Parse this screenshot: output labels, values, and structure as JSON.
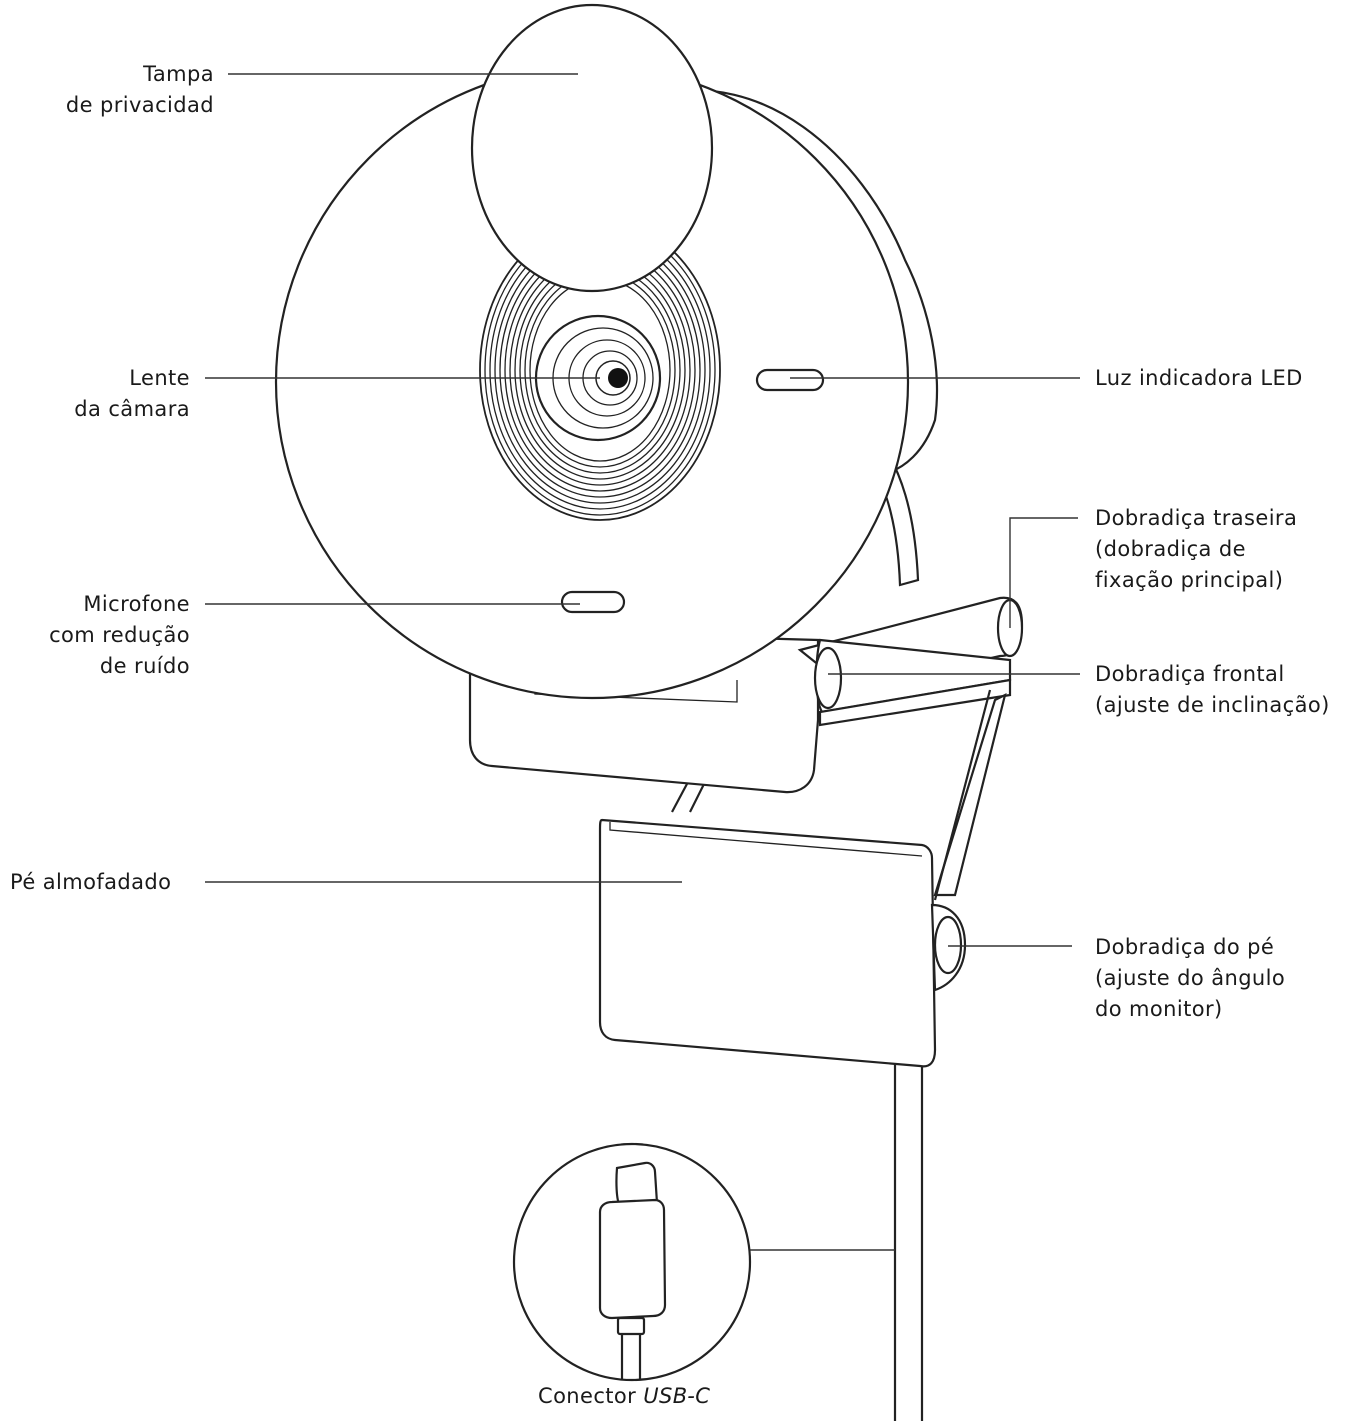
{
  "labels": {
    "privacy_cover": [
      "Tampa",
      "de privacidad"
    ],
    "camera_lens": [
      "Lente",
      "da câmara"
    ],
    "microphone": [
      "Microfone",
      "com redução",
      "de ruído"
    ],
    "cushioned_foot": [
      "Pé almofadado"
    ],
    "led_light": [
      "Luz indicadora LED"
    ],
    "rear_hinge": [
      "Dobradiça traseira",
      "(dobradiça de",
      "fixação principal)"
    ],
    "front_hinge": [
      "Dobradiça frontal",
      "(ajuste de inclinação)"
    ],
    "foot_hinge": [
      "Dobradiça do pé",
      "(ajuste do ângulo",
      "do monitor)"
    ],
    "usb_connector": {
      "prefix": "Conector ",
      "emphasis": "USB-C"
    }
  }
}
